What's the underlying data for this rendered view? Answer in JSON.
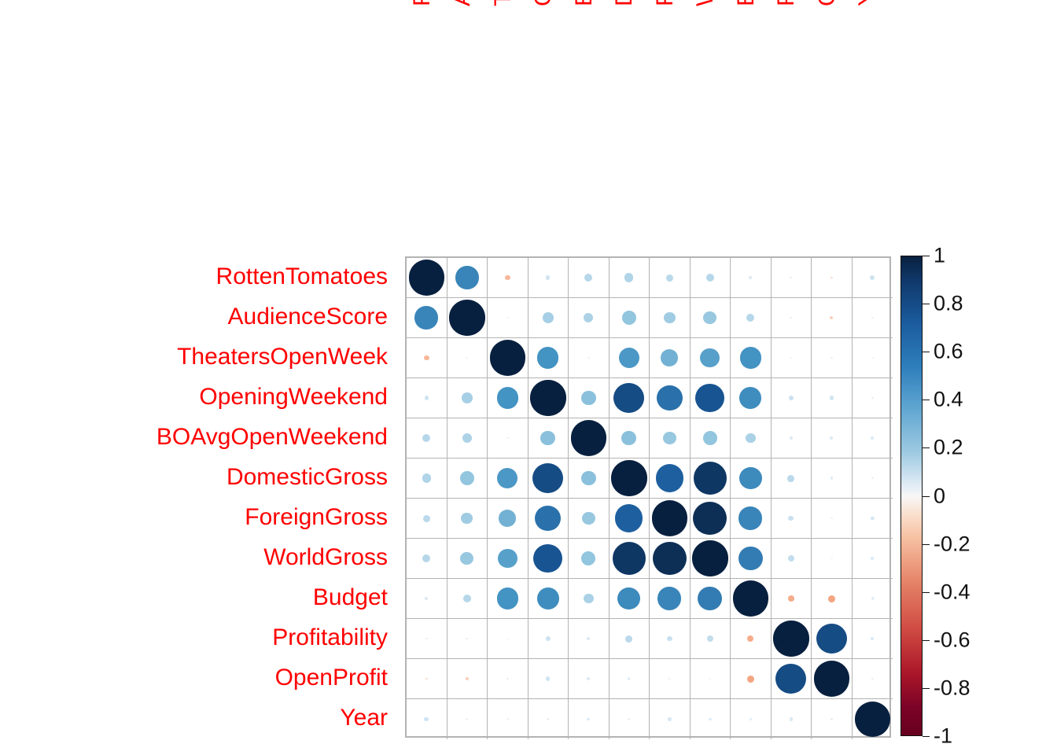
{
  "chart_data": {
    "type": "heatmap",
    "title": "",
    "subtitle": "",
    "xlabel": "",
    "ylabel": "",
    "plot_style": "correlogram-circles",
    "legend_position": "right",
    "grid": true,
    "colormap": "RdBu",
    "colorbar": {
      "min": -1,
      "max": 1,
      "ticks": [
        1,
        0.8,
        0.6,
        0.4,
        0.2,
        0,
        -0.2,
        -0.4,
        -0.6,
        -0.8,
        -1
      ],
      "tick_labels": [
        "1",
        "0.8",
        "0.6",
        "0.4",
        "0.2",
        "0",
        "-0.2",
        "-0.4",
        "-0.6",
        "-0.8",
        "-1"
      ]
    },
    "categories": [
      "RottenTomatoes",
      "AudienceScore",
      "TheatersOpenWeek",
      "OpeningWeekend",
      "BOAvgOpenWeekend",
      "DomesticGross",
      "ForeignGross",
      "WorldGross",
      "Budget",
      "Profitability",
      "OpenProfit",
      "Year"
    ],
    "x_tick_labels": [
      "RottenTomatoes",
      "AudienceScore",
      "TheatersOpenWeek",
      "OpeningWeekend",
      "BOAvgOpenWeekend",
      "DomesticGross",
      "ForeignGross",
      "WorldGross",
      "Budget",
      "Profitability",
      "OpenProfit",
      "Year"
    ],
    "y_tick_labels": [
      "RottenTomatoes",
      "AudienceScore",
      "TheatersOpenWeek",
      "OpeningWeekend",
      "BOAvgOpenWeekend",
      "DomesticGross",
      "ForeignGross",
      "WorldGross",
      "Budget",
      "Profitability",
      "OpenProfit",
      "Year"
    ],
    "matrix": [
      [
        1.0,
        0.65,
        -0.15,
        0.12,
        0.22,
        0.25,
        0.2,
        0.22,
        0.08,
        0.05,
        -0.06,
        0.13
      ],
      [
        0.65,
        1.0,
        0.02,
        0.3,
        0.27,
        0.4,
        0.33,
        0.37,
        0.22,
        0.05,
        -0.08,
        0.04
      ],
      [
        -0.15,
        0.02,
        1.0,
        0.6,
        -0.02,
        0.58,
        0.48,
        0.55,
        0.6,
        0.01,
        0.05,
        0.02
      ],
      [
        0.12,
        0.3,
        0.6,
        1.0,
        0.42,
        0.85,
        0.72,
        0.82,
        0.62,
        0.14,
        0.12,
        0.05
      ],
      [
        0.22,
        0.27,
        -0.02,
        0.42,
        1.0,
        0.42,
        0.37,
        0.4,
        0.28,
        0.08,
        0.08,
        0.08
      ],
      [
        0.25,
        0.4,
        0.58,
        0.85,
        0.42,
        1.0,
        0.78,
        0.92,
        0.63,
        0.2,
        0.07,
        0.05
      ],
      [
        0.2,
        0.33,
        0.48,
        0.72,
        0.37,
        0.78,
        1.0,
        0.95,
        0.65,
        0.15,
        -0.02,
        0.1
      ],
      [
        0.22,
        0.37,
        0.55,
        0.82,
        0.4,
        0.92,
        0.95,
        1.0,
        0.68,
        0.17,
        0.01,
        0.08
      ],
      [
        0.08,
        0.22,
        0.6,
        0.62,
        0.28,
        0.63,
        0.65,
        0.68,
        1.0,
        -0.18,
        -0.2,
        0.07
      ],
      [
        0.05,
        0.05,
        0.01,
        0.14,
        0.08,
        0.2,
        0.15,
        0.17,
        -0.18,
        1.0,
        0.85,
        0.09
      ],
      [
        -0.06,
        -0.08,
        0.05,
        0.12,
        0.08,
        0.07,
        -0.02,
        0.01,
        -0.2,
        0.85,
        1.0,
        0.05
      ],
      [
        0.13,
        0.04,
        0.02,
        0.05,
        0.08,
        0.05,
        0.1,
        0.08,
        0.07,
        0.09,
        0.05,
        1.0
      ]
    ]
  },
  "style": {
    "label_color": "#ff0000",
    "grid_color": "#b3b3b3",
    "tick_text_color": "#111111",
    "background": "#ffffff",
    "positive_extreme": "#08203f",
    "negative_extreme": "#67001f",
    "neutral": "#f7f7f7"
  }
}
